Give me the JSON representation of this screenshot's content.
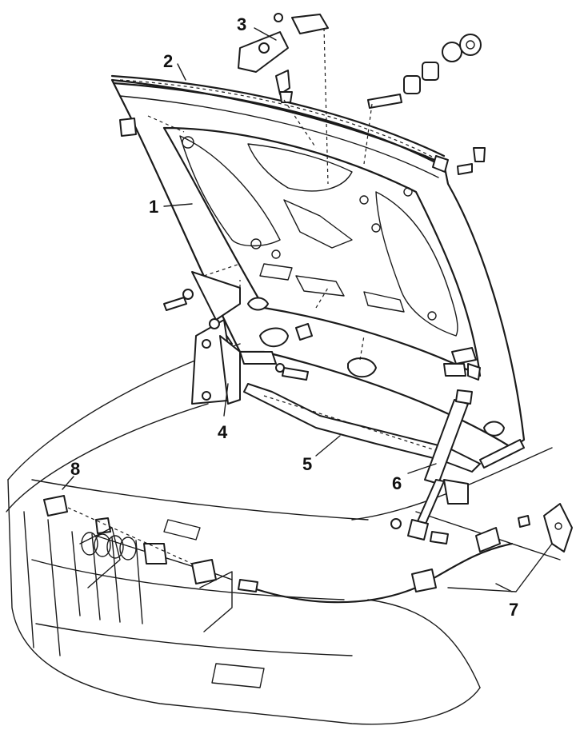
{
  "diagram": {
    "callouts": [
      {
        "id": "1",
        "text": "1"
      },
      {
        "id": "2",
        "text": "2"
      },
      {
        "id": "3",
        "text": "3"
      },
      {
        "id": "4",
        "text": "4"
      },
      {
        "id": "5",
        "text": "5"
      },
      {
        "id": "6",
        "text": "6"
      },
      {
        "id": "7",
        "text": "7"
      },
      {
        "id": "8",
        "text": "8"
      }
    ]
  },
  "colors": {
    "ink": "#1b1b1b",
    "paper": "#ffffff"
  }
}
